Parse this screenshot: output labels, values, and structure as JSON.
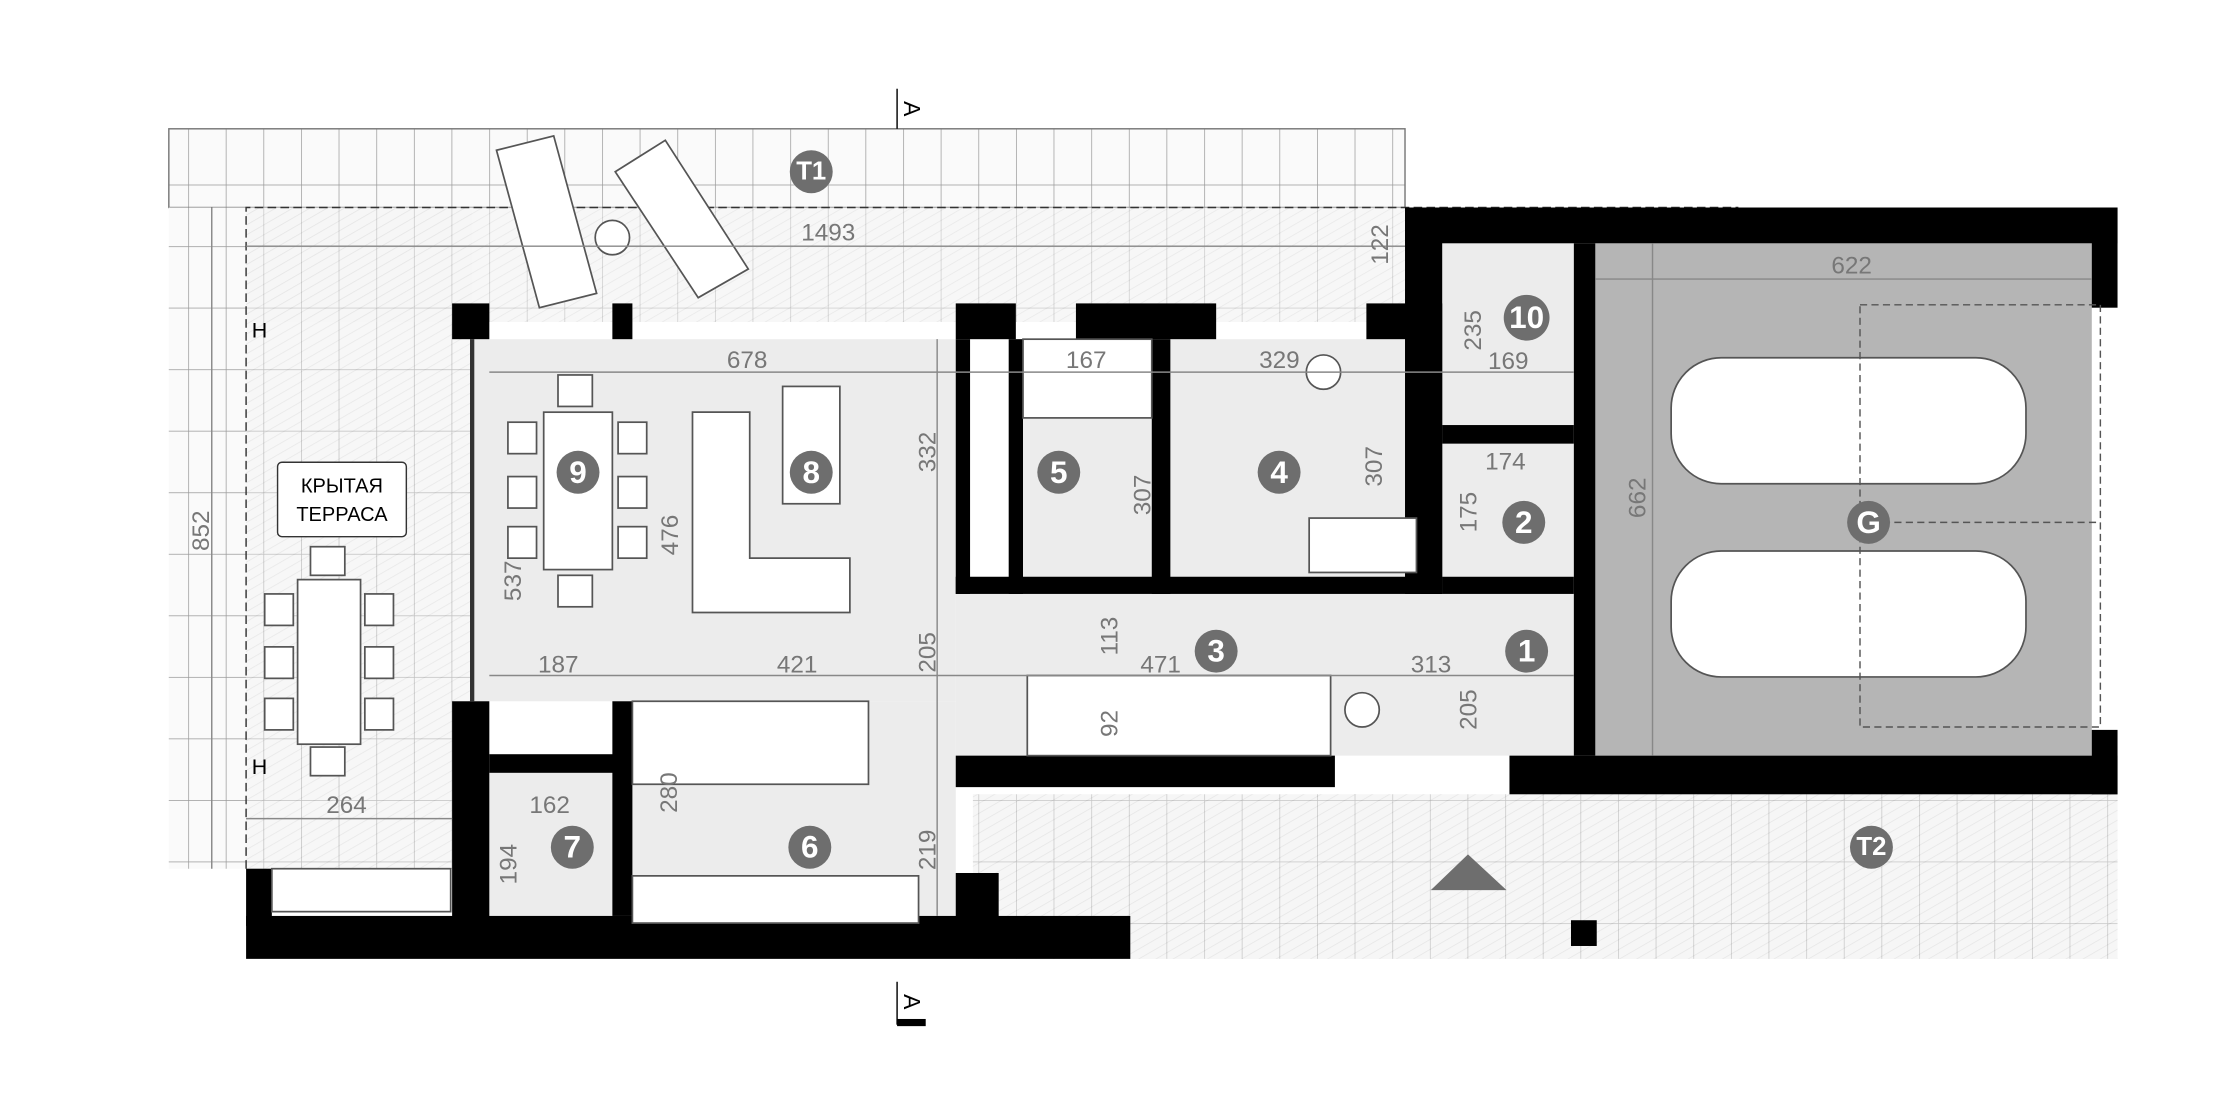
{
  "plan": {
    "terrace_label_line1": "КРЫТАЯ",
    "terrace_label_line2": "ТЕРРАСА",
    "section_mark": "A",
    "level_mark": "H",
    "colors": {
      "wall": "#000000",
      "room": "#ececec",
      "garage": "#b5b5b5",
      "marker": "#6e6e6e"
    }
  },
  "rooms": {
    "r1": "1",
    "r2": "2",
    "r3": "3",
    "r4": "4",
    "r5": "5",
    "r6": "6",
    "r7": "7",
    "r8": "8",
    "r9": "9",
    "r10": "10",
    "g": "G",
    "t1": "T1",
    "t2": "T2"
  },
  "dims": {
    "d1493": "1493",
    "d122": "122",
    "d678": "678",
    "d167": "167",
    "d329": "329",
    "d235": "235",
    "d169": "169",
    "d622": "622",
    "d662": "662",
    "d174": "174",
    "d175": "175",
    "d332": "332",
    "d307a": "307",
    "d307b": "307",
    "d476": "476",
    "d537": "537",
    "d852": "852",
    "d187": "187",
    "d421": "421",
    "d205a": "205",
    "d113": "113",
    "d471": "471",
    "d313": "313",
    "d205b": "205",
    "d92": "92",
    "d264": "264",
    "d162": "162",
    "d280": "280",
    "d219": "219",
    "d194": "194"
  }
}
